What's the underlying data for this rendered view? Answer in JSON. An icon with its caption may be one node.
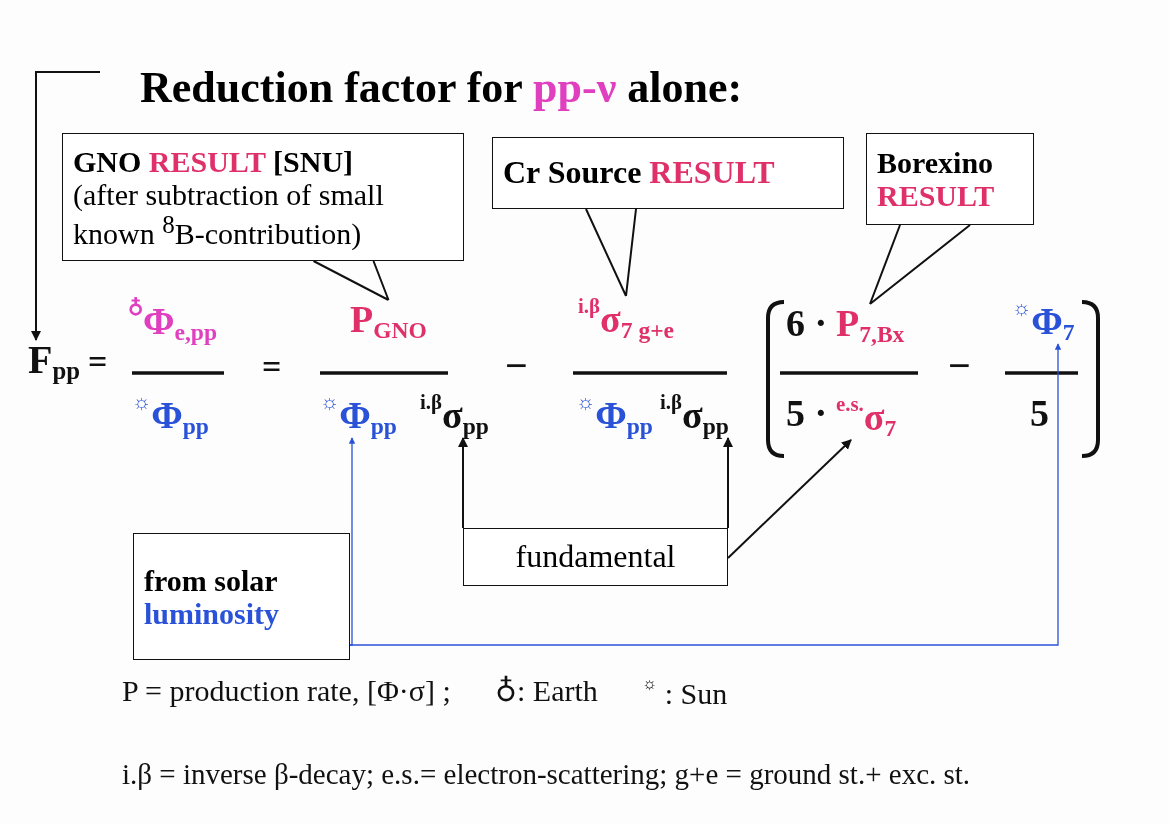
{
  "diagram": {
    "title": "Reduction factor for pp-ν alone:",
    "nodes": [
      {
        "text": [
          "GNO RESULT [SNU]",
          "(after subtraction of small known $^{8}$B-contribution)"
        ]
      },
      {
        "text": [
          "Cr Source RESULT"
        ]
      },
      {
        "text": [
          "Borexino",
          "RESULT"
        ]
      },
      {
        "text": [
          "F$_{pp}$"
        ]
      },
      {
        "text": [
          "$^{♁}$Φ$_{e,pp}$"
        ]
      },
      {
        "text": [
          "$^{☼}$Φ$_{pp}$"
        ]
      },
      {
        "text": [
          "P$_{GNO}$"
        ]
      },
      {
        "text": [
          "$^{☼}$Φ$_{pp}$"
        ]
      },
      {
        "text": [
          "$^{i.β}$σ$_{pp}$"
        ]
      },
      {
        "text": [
          "$^{i.β}$σ$_{7 g+e}$"
        ]
      },
      {
        "text": [
          "$^{☼}$Φ$_{pp}$"
        ]
      },
      {
        "text": [
          "$^{i.β}$σ$_{pp}$"
        ]
      },
      {
        "text": [
          "P$_{7,Bx}$"
        ]
      },
      {
        "text": [
          "$^{e.s.}$σ$_{7}$"
        ]
      },
      {
        "text": [
          "$^{☼}$Φ$_{7}$"
        ]
      },
      {
        "text": [
          "5"
        ]
      },
      {
        "text": [
          "from solar",
          "luminosity"
        ]
      },
      {
        "text": [
          "fundamental"
        ]
      }
    ],
    "edges": [
      {
        "from": null,
        "to": 3,
        "arrow": "to"
      },
      {
        "from": 0,
        "to": 6,
        "arrow": "none"
      },
      {
        "from": 1,
        "to": 9,
        "arrow": "none"
      },
      {
        "from": 2,
        "to": 12,
        "arrow": "none"
      },
      {
        "from": 16,
        "to": 7,
        "arrow": "to",
        "color": "#2a52d8"
      },
      {
        "from": 16,
        "to": 14,
        "arrow": "to",
        "color": "#2a52d8"
      },
      {
        "from": 17,
        "to": 8,
        "arrow": "to"
      },
      {
        "from": 17,
        "to": 11,
        "arrow": "to"
      },
      {
        "from": 17,
        "to": 13,
        "arrow": "to"
      }
    ],
    "labels": [
      "=",
      "=",
      "−",
      "6 ·",
      "5 ·",
      "−",
      "P = production rate, [Φ·σ] ;",
      "♁: Earth",
      "$^{☼}$ : Sun",
      "i.β = inverse β-decay; e.s.= electron-scattering; g+e = ground st.+ exc. st."
    ]
  }
}
